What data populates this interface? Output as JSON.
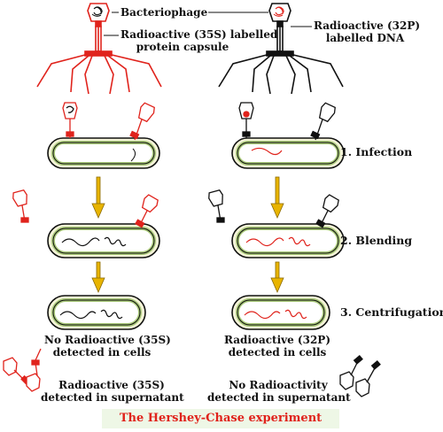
{
  "top": {
    "bacteriophage": "Bacteriophage",
    "protein_label": [
      "Radioactive (35S) labelled",
      "protein capsule"
    ],
    "dna_label": [
      "Radioactive (32P)",
      "labelled DNA"
    ]
  },
  "steps": [
    "1. Infection",
    "2. Blending",
    "3. Centrifugation"
  ],
  "left_results": {
    "cells": [
      "No Radioactive (35S)",
      "detected in cells"
    ],
    "supernatant": [
      "Radioactive (35S)",
      "detected in supernatant"
    ]
  },
  "right_results": {
    "cells": [
      "Radioactive (32P)",
      "detected in cells"
    ],
    "supernatant": [
      "No Radioactivity",
      "detected in supernatant"
    ]
  },
  "title": "The Hershey-Chase experiment",
  "colors": {
    "red": "#e0231c",
    "black": "#111111",
    "cell_fill": "#f4f4d8",
    "cell_wall": "#a8c878",
    "arrow": "#e8b400",
    "banner_bg": "#eef7e6"
  }
}
